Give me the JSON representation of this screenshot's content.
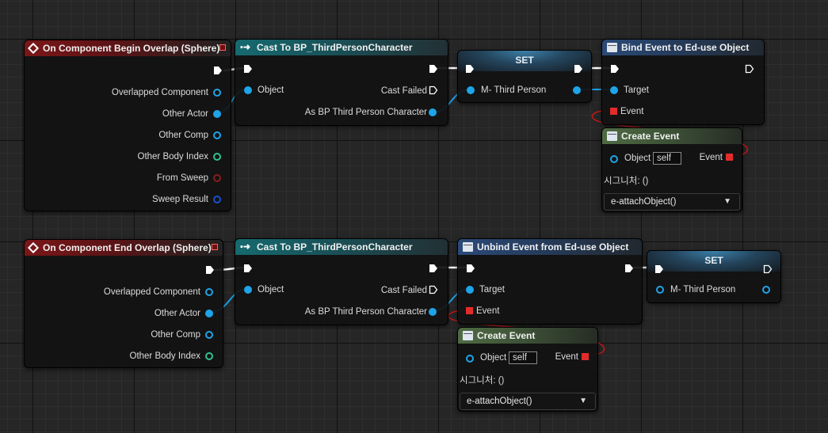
{
  "nodes": {
    "begin_overlap": {
      "title": "On Component Begin Overlap (Sphere)",
      "pins": [
        "Overlapped Component",
        "Other Actor",
        "Other Comp",
        "Other Body Index",
        "From Sweep",
        "Sweep Result"
      ]
    },
    "cast_1": {
      "title": "Cast To BP_ThirdPersonCharacter",
      "object": "Object",
      "cast_failed": "Cast Failed",
      "as_char": "As BP Third Person Character"
    },
    "set_1": {
      "title": "SET",
      "var": "M- Third Person"
    },
    "bind_event": {
      "title": "Bind Event to Ed-use Object",
      "target": "Target",
      "event": "Event"
    },
    "create_event_1": {
      "title": "Create Event",
      "object": "Object",
      "object_value": "self",
      "event": "Event",
      "signature": "시그니처: ()",
      "function": "e-attachObject()"
    },
    "end_overlap": {
      "title": "On Component End Overlap (Sphere)",
      "pins": [
        "Overlapped Component",
        "Other Actor",
        "Other Comp",
        "Other Body Index"
      ]
    },
    "cast_2": {
      "title": "Cast To BP_ThirdPersonCharacter",
      "object": "Object",
      "cast_failed": "Cast Failed",
      "as_char": "As BP Third Person Character"
    },
    "unbind_event": {
      "title": "Unbind Event from Ed-use Object",
      "target": "Target",
      "event": "Event"
    },
    "set_2": {
      "title": "SET",
      "var": "M- Third Person"
    },
    "create_event_2": {
      "title": "Create Event",
      "object": "Object",
      "object_value": "self",
      "event": "Event",
      "signature": "시그니처: ()",
      "function": "e-attachObject()"
    }
  },
  "colors": {
    "exec": "#ffffff",
    "object": "#1ea4e8",
    "delegate": "#e22c2c",
    "int": "#2fc28f",
    "bool": "#8a1c1c",
    "struct": "#1b4fd0"
  },
  "icons": [
    "event-diamond-icon",
    "cast-arrow-icon",
    "function-icon",
    "exec-pin-icon",
    "dropdown-chevron-icon"
  ]
}
